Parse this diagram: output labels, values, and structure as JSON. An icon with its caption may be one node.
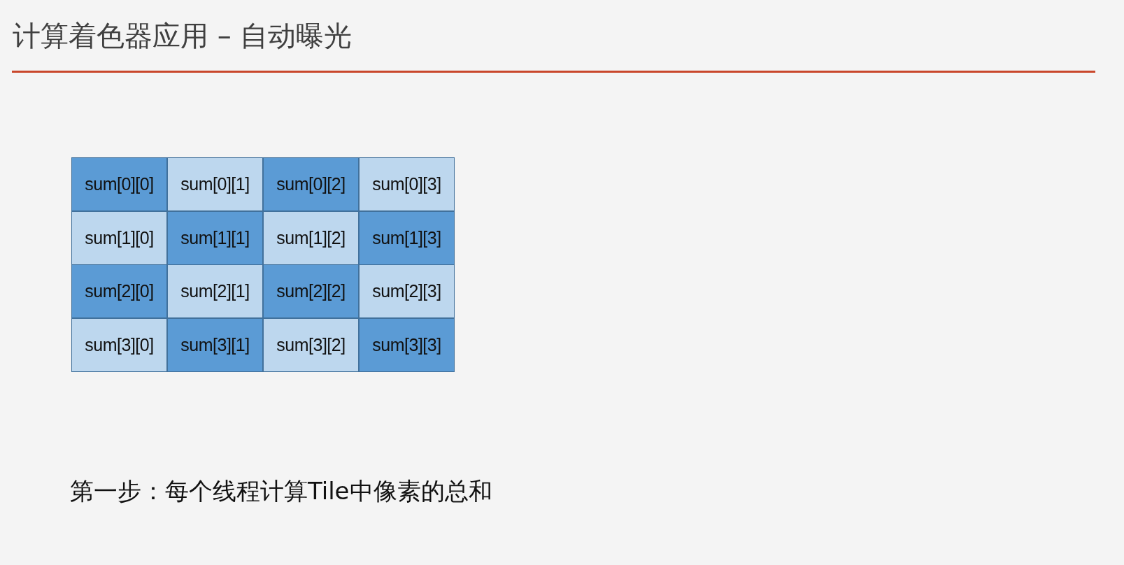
{
  "diagram": {
    "title": "计算着色器应用 – 自动曝光",
    "nodes": [
      {
        "text": [
          "sum[0][0]"
        ]
      },
      {
        "text": [
          "sum[0][1]"
        ]
      },
      {
        "text": [
          "sum[0][2]"
        ]
      },
      {
        "text": [
          "sum[0][3]"
        ]
      },
      {
        "text": [
          "sum[1][0]"
        ]
      },
      {
        "text": [
          "sum[1][1]"
        ]
      },
      {
        "text": [
          "sum[1][2]"
        ]
      },
      {
        "text": [
          "sum[1][3]"
        ]
      },
      {
        "text": [
          "sum[2][0]"
        ]
      },
      {
        "text": [
          "sum[2][1]"
        ]
      },
      {
        "text": [
          "sum[2][2]"
        ]
      },
      {
        "text": [
          "sum[2][3]"
        ]
      },
      {
        "text": [
          "sum[3][0]"
        ]
      },
      {
        "text": [
          "sum[3][1]"
        ]
      },
      {
        "text": [
          "sum[3][2]"
        ]
      },
      {
        "text": [
          "sum[3][3]"
        ]
      }
    ],
    "caption": "第一步：每个线程计算Tile中像素的总和"
  }
}
